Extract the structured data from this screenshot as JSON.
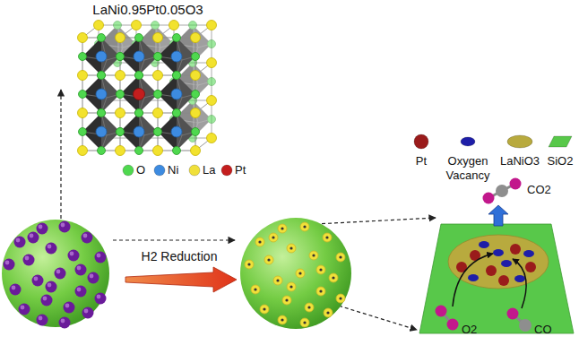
{
  "diagram": {
    "labels": [
      "LaNi0.95Pt0.05O3",
      "H2 Reduction",
      "CO2",
      "O2",
      "CO"
    ],
    "legend": [
      {
        "text": "O",
        "color": "#4fd84f"
      },
      {
        "text": "Ni",
        "color": "#3d8be0"
      },
      {
        "text": "La",
        "color": "#f0e03a"
      },
      {
        "text": "Pt",
        "color": "#c41e1e"
      },
      {
        "text": "Pt",
        "color": "#9a1b1b"
      },
      {
        "text": "Oxygen Vacancy",
        "color": "#1e1ea8"
      },
      {
        "text": "LaNiO3",
        "color": "#b8aa3e"
      },
      {
        "text": "SiO2",
        "color": "#58c84a"
      }
    ]
  }
}
